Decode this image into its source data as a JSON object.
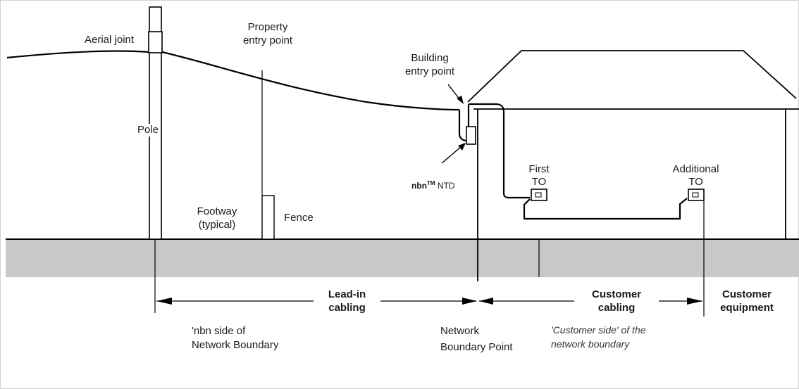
{
  "labels": {
    "aerial_joint": "Aerial joint",
    "property_entry_1": "Property",
    "property_entry_2": "entry point",
    "building_entry_1": "Building",
    "building_entry_2": "entry point",
    "pole": "Pole",
    "ntd_prefix": "nbn",
    "ntd_super": "TM",
    "ntd_suffix": " NTD",
    "first_1": "First",
    "first_2": "TO",
    "additional_1": "Additional",
    "additional_2": "TO",
    "footway_1": "Footway",
    "footway_2": "(typical)",
    "fence": "Fence",
    "lead_in_1": "Lead-in",
    "lead_in_2": "cabling",
    "customer_cabling_1": "Customer",
    "customer_cabling_2": "cabling",
    "customer_equipment_1": "Customer",
    "customer_equipment_2": "equipment",
    "nbn_side_1": "'nbn side of",
    "nbn_side_2": "Network Boundary",
    "nbp_1": "Network",
    "nbp_2": "Boundary Point",
    "customer_side_1": "'Customer side' of the",
    "customer_side_2": "network boundary"
  },
  "colors": {
    "ground": "#c8c8c8",
    "line": "#000000",
    "frame": "#d0d0d0"
  }
}
